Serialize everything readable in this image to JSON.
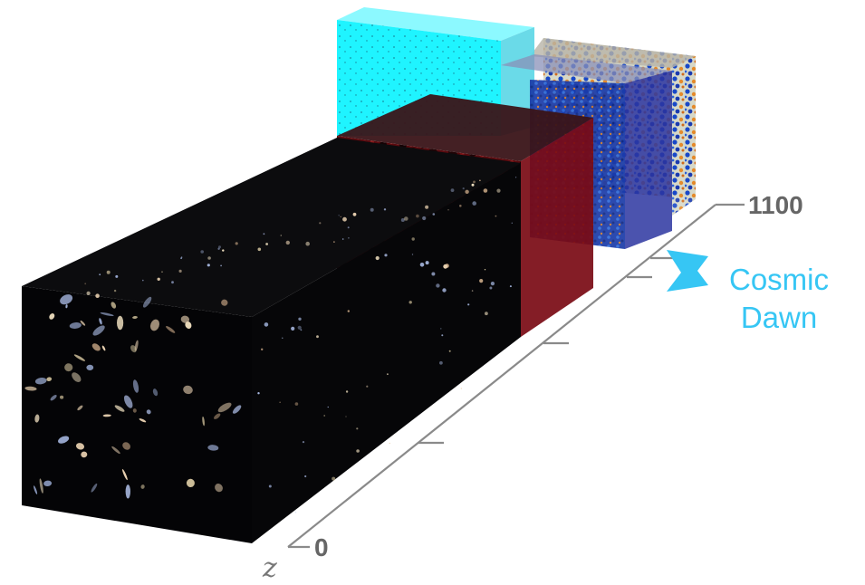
{
  "axis": {
    "variable": "z",
    "start_label": "0",
    "end_label": "1100",
    "tick_count": 6
  },
  "event": {
    "label_line1": "Cosmic",
    "label_line2": "Dawn",
    "color": "#36c6f4"
  },
  "colors": {
    "axis_line": "#8a8a8a",
    "axis_label": "#666666",
    "near_volume": "#000000",
    "reionization_volume": "#7a0a14",
    "cosmic_dawn_volume": "#2b35a0",
    "cosmic_dawn_upper_volume": "#00f0ff",
    "cmb_blue": "#1040c0",
    "cmb_orange": "#e08a20"
  }
}
